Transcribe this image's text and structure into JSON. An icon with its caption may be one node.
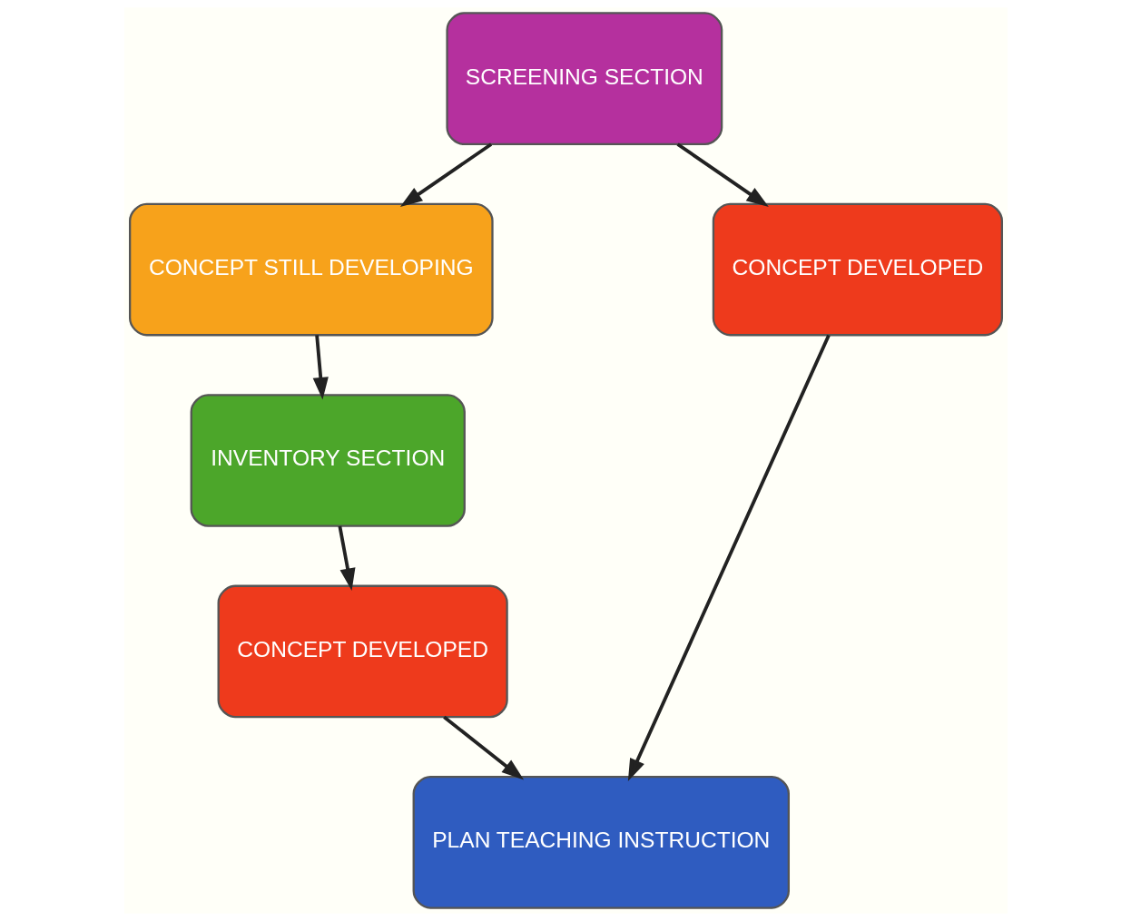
{
  "diagram": {
    "nodes": [
      {
        "text": [
          "SCREENING SECTION"
        ]
      },
      {
        "text": [
          "CONCEPT STILL DEVELOPING"
        ]
      },
      {
        "text": [
          "CONCEPT DEVELOPED"
        ]
      },
      {
        "text": [
          "INVENTORY SECTION"
        ]
      },
      {
        "text": [
          "CONCEPT DEVELOPED"
        ]
      },
      {
        "text": [
          "PLAN TEACHING INSTRUCTION"
        ]
      }
    ],
    "edges": [
      {
        "from": 0,
        "to": 1,
        "arrow": "to"
      },
      {
        "from": 0,
        "to": 2,
        "arrow": "to"
      },
      {
        "from": 1,
        "to": 3,
        "arrow": "to"
      },
      {
        "from": 3,
        "to": 4,
        "arrow": "to"
      },
      {
        "from": 4,
        "to": 5,
        "arrow": "to"
      },
      {
        "from": 2,
        "to": 5,
        "arrow": "to"
      }
    ]
  }
}
